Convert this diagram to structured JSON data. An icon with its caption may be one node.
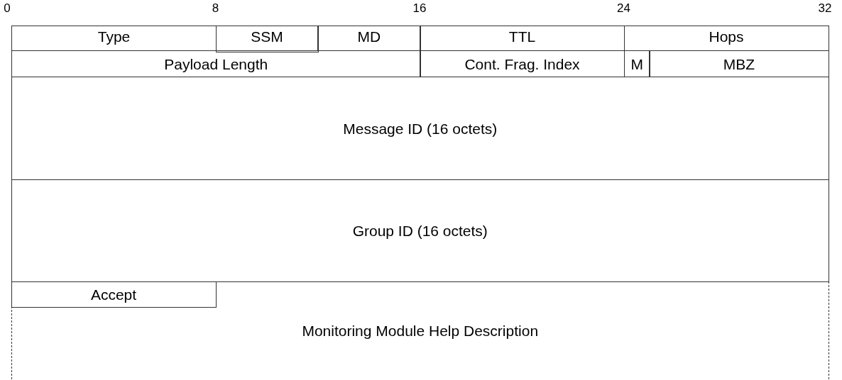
{
  "diagram": {
    "nodes": [
      {
        "text": [
          "Type"
        ]
      },
      {
        "text": [
          "SSM"
        ]
      },
      {
        "text": [
          "MD"
        ]
      },
      {
        "text": [
          "TTL"
        ]
      },
      {
        "text": [
          "Hops"
        ]
      },
      {
        "text": [
          "Payload Length"
        ]
      },
      {
        "text": [
          "Cont. Frag. Index"
        ]
      },
      {
        "text": [
          "M"
        ]
      },
      {
        "text": [
          "MBZ"
        ]
      },
      {
        "text": [
          "Message ID (16 octets)"
        ]
      },
      {
        "text": [
          "Group ID (16 octets)"
        ]
      },
      {
        "text": [
          "Monitoring Module Help Description"
        ]
      },
      {
        "text": [
          "Accept"
        ],
        "in": 11
      }
    ],
    "labels": [
      "0",
      "8",
      "16",
      "24",
      "32"
    ]
  }
}
